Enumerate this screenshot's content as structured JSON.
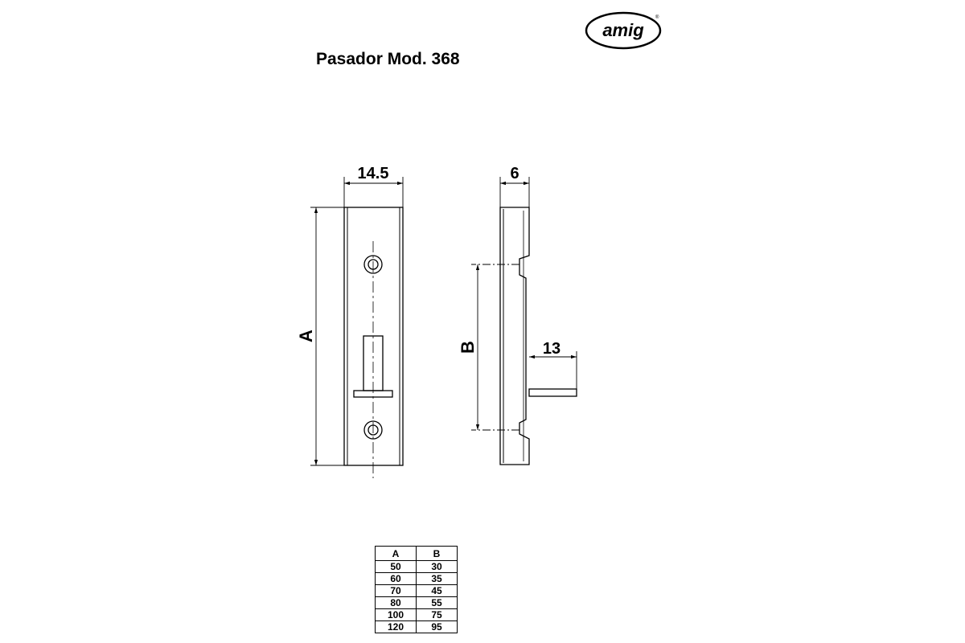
{
  "brand": "amig",
  "title": "Pasador Mod. 368",
  "dimensions": {
    "width": "14.5",
    "depth": "6",
    "projection": "13",
    "a_label": "A",
    "b_label": "B"
  },
  "table": {
    "headers": [
      "A",
      "B"
    ],
    "rows": [
      [
        "50",
        "30"
      ],
      [
        "60",
        "35"
      ],
      [
        "70",
        "45"
      ],
      [
        "80",
        "55"
      ],
      [
        "100",
        "75"
      ],
      [
        "120",
        "95"
      ]
    ]
  }
}
